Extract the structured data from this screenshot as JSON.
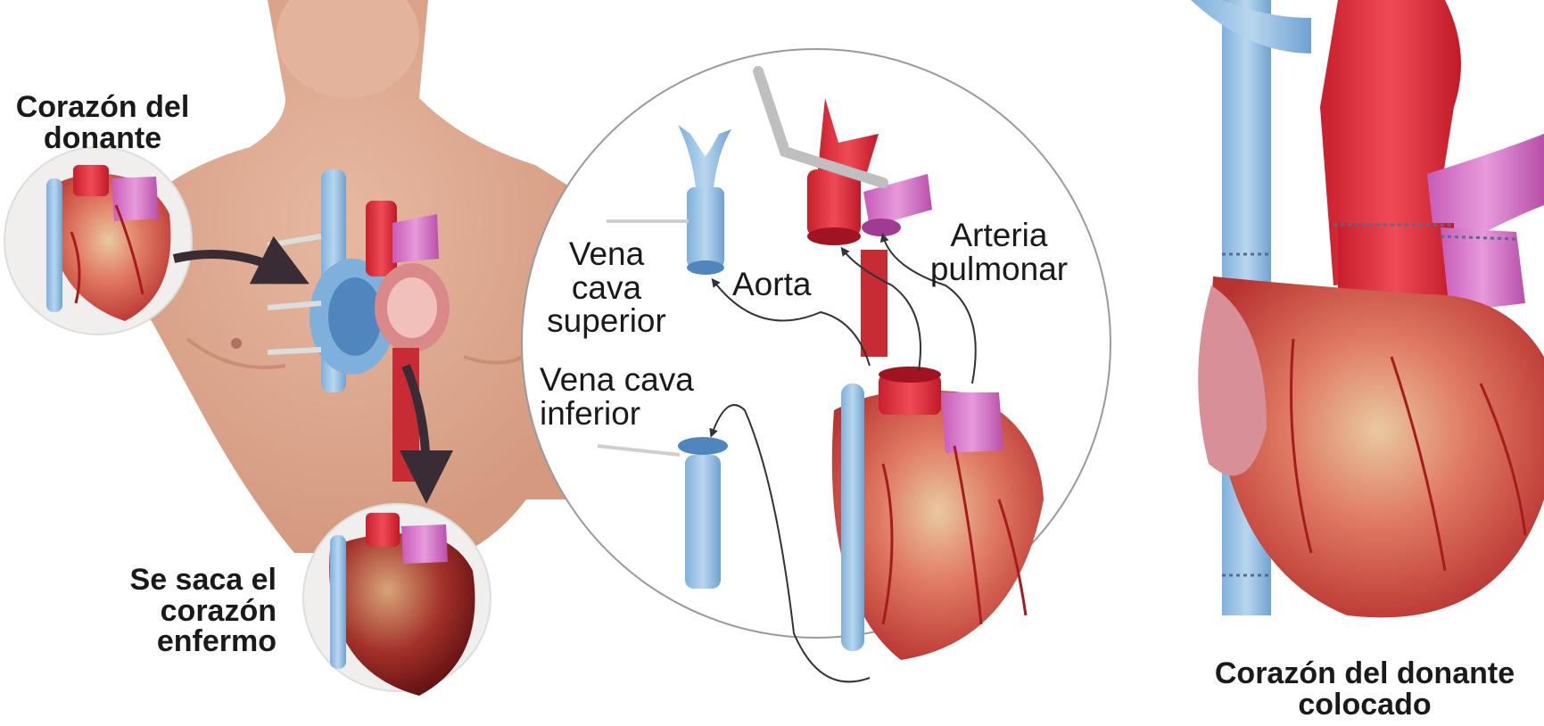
{
  "labels": {
    "donor_heart": [
      "Corazón del",
      "donante"
    ],
    "diseased_heart": [
      "Se saca el",
      "corazón",
      "enfermo"
    ],
    "placed_heart": [
      "Corazón del donante",
      "colocado"
    ],
    "svc": [
      "Vena",
      "cava",
      "superior"
    ],
    "ivc": [
      "Vena cava",
      "inferior"
    ],
    "aorta": [
      "Aorta"
    ],
    "pulmonary": [
      "Arteria",
      "pulmonar"
    ]
  }
}
